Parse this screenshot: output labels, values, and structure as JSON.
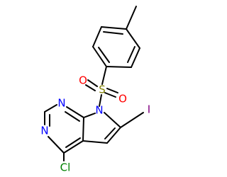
{
  "molecule": {
    "atoms": {
      "methyl": {
        "label": ""
      },
      "S": {
        "label": "S",
        "color": "#808000"
      },
      "O1": {
        "label": "O",
        "color": "#ff0000"
      },
      "O2": {
        "label": "O",
        "color": "#ff0000"
      },
      "N7": {
        "label": "N",
        "color": "#0000ff"
      },
      "N1": {
        "label": "N",
        "color": "#0000ff"
      },
      "N3": {
        "label": "N",
        "color": "#0000ff"
      },
      "I": {
        "label": "I",
        "color": "#800080"
      },
      "Cl": {
        "label": "Cl",
        "color": "#008000"
      }
    },
    "bond_color": "#000000"
  }
}
